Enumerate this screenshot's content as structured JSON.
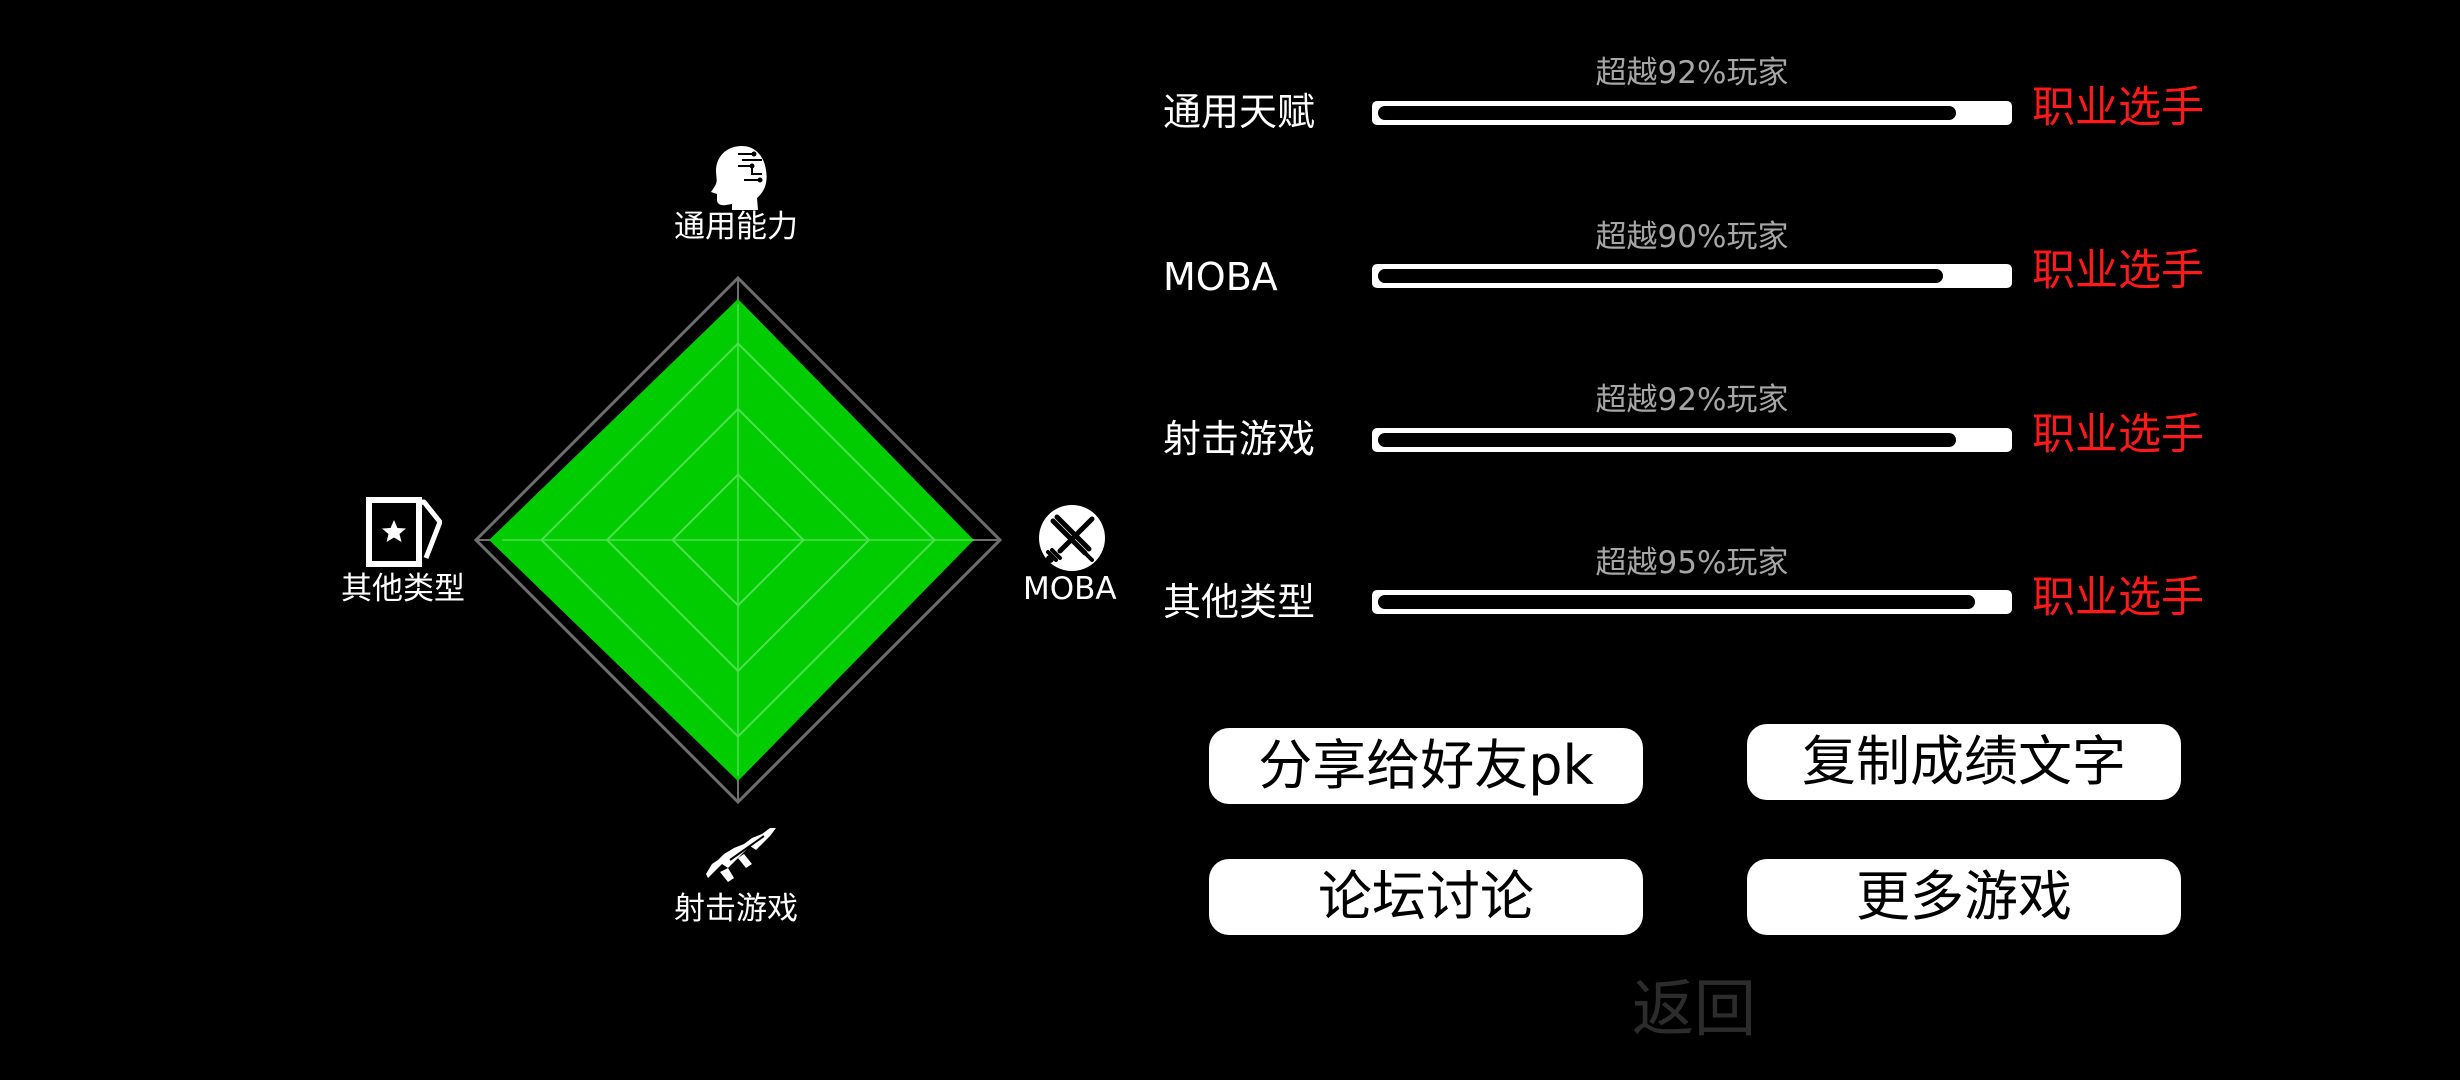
{
  "radar": {
    "axes": [
      {
        "key": "general",
        "label": "通用能力",
        "icon": "head-icon",
        "value": 0.92
      },
      {
        "key": "moba",
        "label": "MOBA",
        "icon": "crossed-swords-icon",
        "value": 0.9
      },
      {
        "key": "shooter",
        "label": "射击游戏",
        "icon": "gun-icon",
        "value": 0.92
      },
      {
        "key": "other",
        "label": "其他类型",
        "icon": "card-icon",
        "value": 0.95
      }
    ],
    "fill_color": "#00cc00",
    "grid_color": "#6e6e6e"
  },
  "rows": [
    {
      "label": "通用天赋",
      "percentile": "超越92%玩家",
      "fraction": 0.92,
      "rank": "职业选手"
    },
    {
      "label": "MOBA",
      "percentile": "超越90%玩家",
      "fraction": 0.9,
      "rank": "职业选手"
    },
    {
      "label": "射击游戏",
      "percentile": "超越92%玩家",
      "fraction": 0.92,
      "rank": "职业选手"
    },
    {
      "label": "其他类型",
      "percentile": "超越95%玩家",
      "fraction": 0.95,
      "rank": "职业选手"
    }
  ],
  "colors": {
    "rank": "#ff1a1a",
    "percentile_text": "#a6a6a6",
    "background": "#000000"
  },
  "buttons": {
    "share": "分享给好友pk",
    "copy": "复制成绩文字",
    "forum": "论坛讨论",
    "more": "更多游戏"
  },
  "back_label": "返回"
}
